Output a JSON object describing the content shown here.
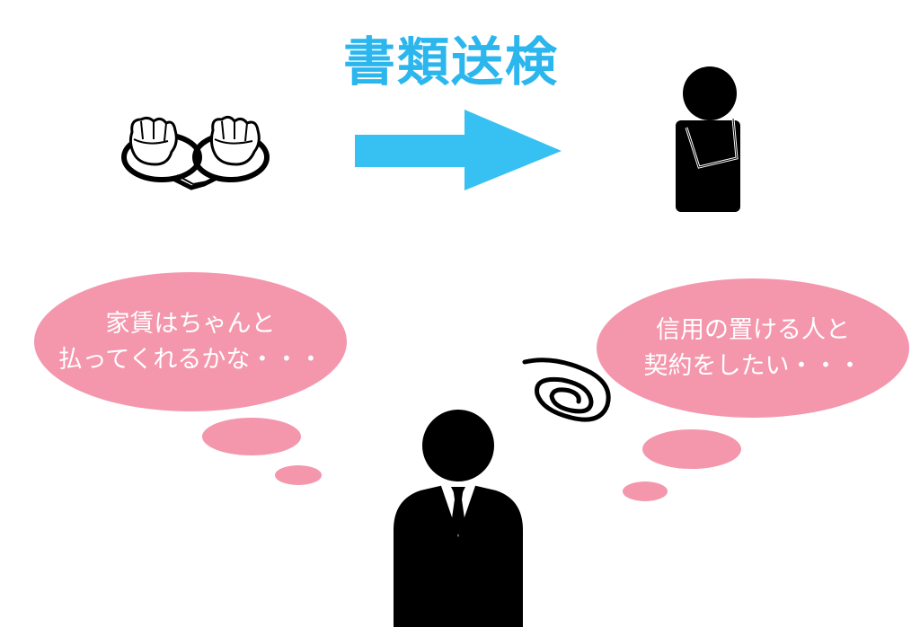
{
  "title": "書類送検",
  "left_thought": "家賃はちゃんと\n払ってくれるかな・・・",
  "right_thought": "信用の置ける人と\n契約をしたい・・・",
  "colors": {
    "title": "#2bb6ee",
    "arrow": "#37c1f2",
    "bubble": "#f497ad",
    "silhouette": "#000000"
  },
  "icons": [
    "handcuffs-icon",
    "arrow-right-icon",
    "thinking-person-icon",
    "businessman-icon",
    "confusion-swirl-icon"
  ]
}
